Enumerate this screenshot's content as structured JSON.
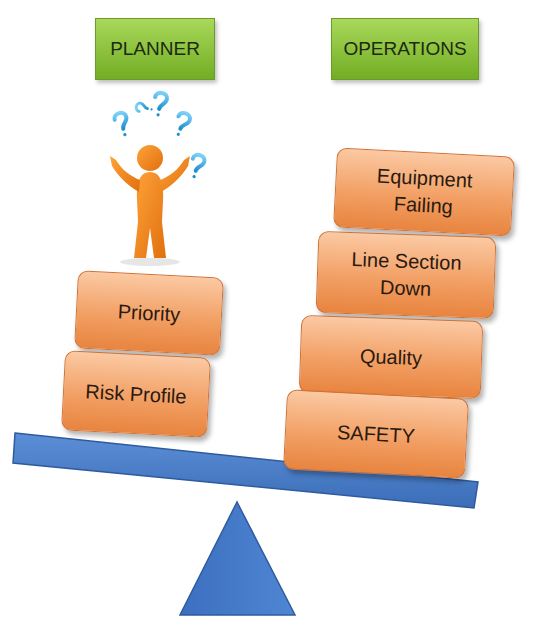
{
  "diagram": {
    "nodes": [
      {
        "text": [
          "PLANNER"
        ]
      },
      {
        "text": [
          "OPERATIONS"
        ]
      },
      {
        "text": [
          "Equipment Failing"
        ]
      },
      {
        "text": [
          "Line Section Down"
        ]
      },
      {
        "text": [
          "Priority"
        ]
      },
      {
        "text": [
          "Quality"
        ]
      },
      {
        "text": [
          "Risk Profile"
        ]
      },
      {
        "text": [
          "SAFETY"
        ]
      }
    ]
  }
}
